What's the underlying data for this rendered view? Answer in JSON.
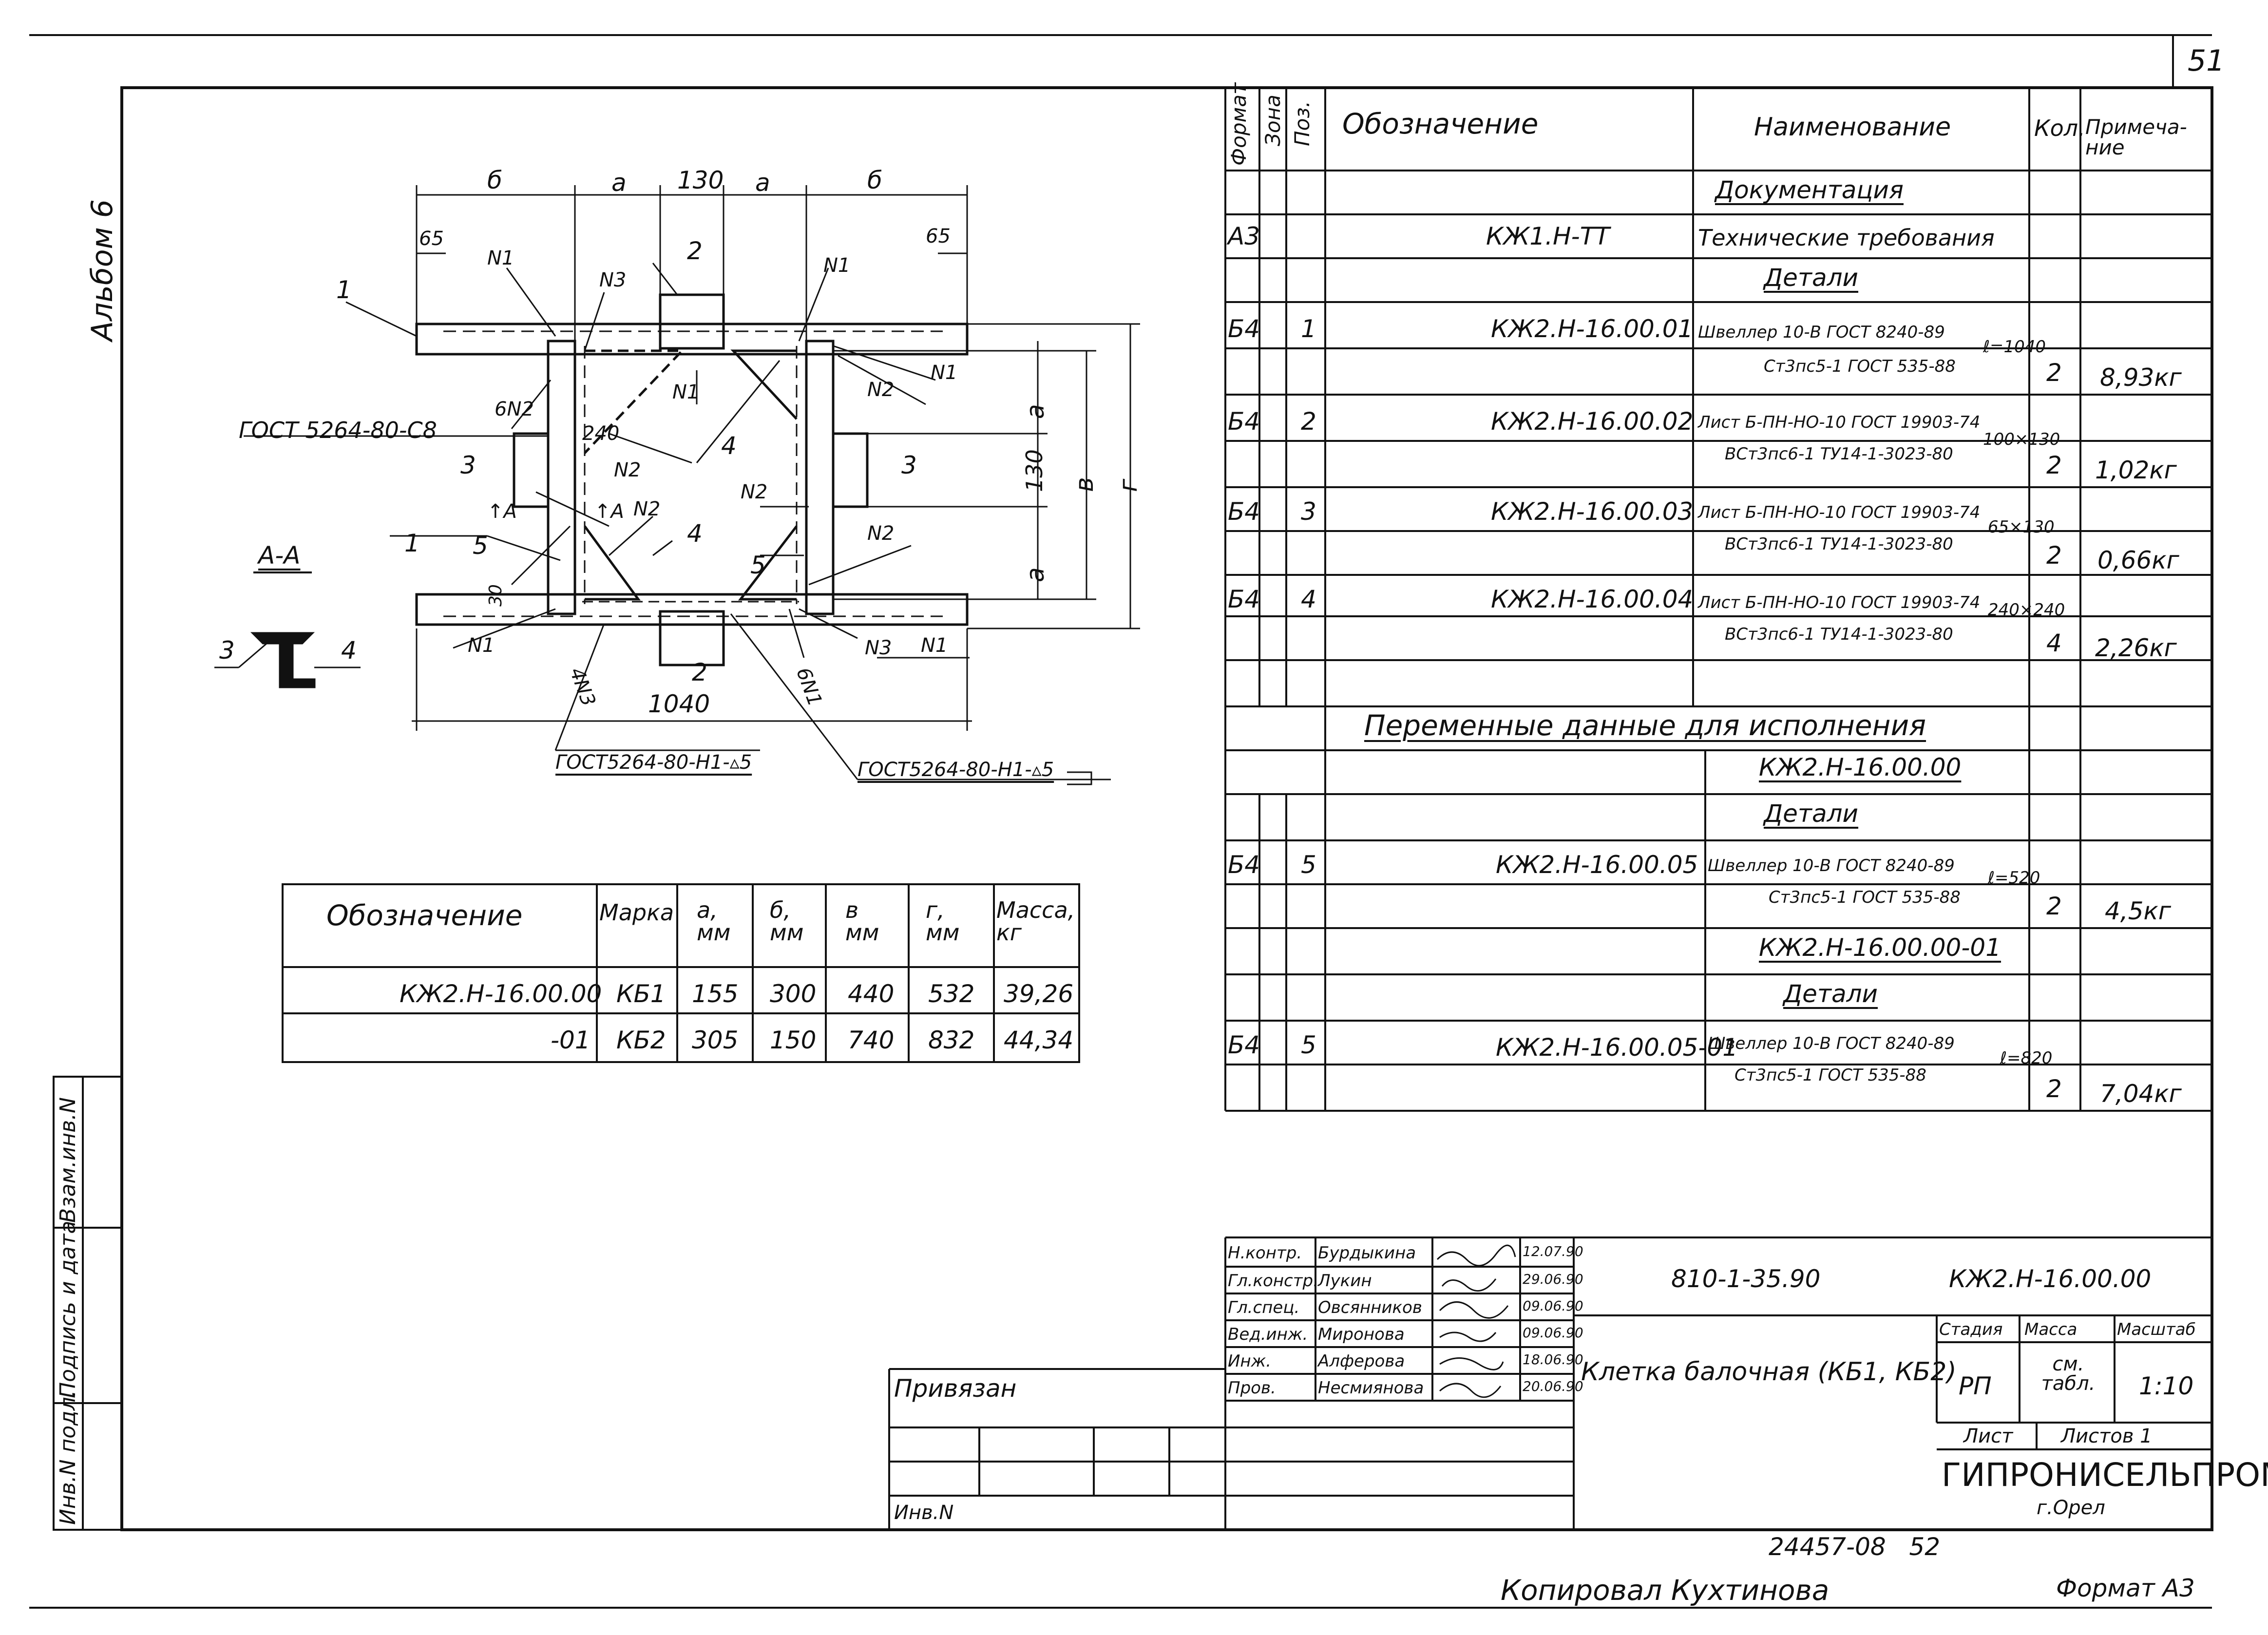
{
  "sheet_number": "51",
  "album_label": "Альбом 6",
  "copied_by": "Копировал Кухтинова",
  "format": "Формат А3",
  "archive_number": "24457-08",
  "archive_page": "52",
  "spec_table": {
    "headers": {
      "format": "Формат",
      "zone": "Зона",
      "pos": "Поз.",
      "designation": "Обозначение",
      "name": "Наименование",
      "qty": "Кол.",
      "note": "Примеча-ние"
    },
    "section_docs": "Документация",
    "doc_row": {
      "format": "А3",
      "designation": "КЖ1.Н-ТТ",
      "name": "Технические требования"
    },
    "section_parts1": "Детали",
    "rows": [
      {
        "format": "Б4",
        "pos": "1",
        "designation": "КЖ2.Н-16.00.01",
        "name_top": "Швеллер 10-В ГОСТ 8240-89",
        "name_bottom": "Ст3пс5-1 ГОСТ 535-88",
        "size": "ℓ=1040",
        "qty": "2",
        "note": "8,93кг"
      },
      {
        "format": "Б4",
        "pos": "2",
        "designation": "КЖ2.Н-16.00.02",
        "name_top": "Лист Б-ПН-НО-10 ГОСТ 19903-74",
        "name_bottom": "ВСт3пс6-1 ТУ14-1-3023-80",
        "size": "100×130",
        "qty": "2",
        "note": "1,02кг"
      },
      {
        "format": "Б4",
        "pos": "3",
        "designation": "КЖ2.Н-16.00.03",
        "name_top": "Лист Б-ПН-НО-10 ГОСТ 19903-74",
        "name_bottom": "ВСт3пс6-1 ТУ14-1-3023-80",
        "size": "65×130",
        "qty": "2",
        "note": "0,66кг"
      },
      {
        "format": "Б4",
        "pos": "4",
        "designation": "КЖ2.Н-16.00.04",
        "name_top": "Лист Б-ПН-НО-10 ГОСТ 19903-74",
        "name_bottom": "ВСт3пс6-1 ТУ14-1-3023-80",
        "size": "240×240",
        "qty": "4",
        "note": "2,26кг"
      }
    ],
    "section_variable": "Переменные данные для исполнения",
    "variant1": "КЖ2.Н-16.00.00",
    "variant1_parts": "Детали",
    "variant1_row": {
      "format": "Б4",
      "pos": "5",
      "designation": "КЖ2.Н-16.00.05",
      "name_top": "Швеллер 10-В ГОСТ 8240-89",
      "name_bottom": "Ст3пс5-1 ГОСТ 535-88",
      "size": "ℓ=520",
      "qty": "2",
      "note": "4,5кг"
    },
    "variant2": "КЖ2.Н-16.00.00-01",
    "variant2_parts": "Детали",
    "variant2_row": {
      "format": "Б4",
      "pos": "5",
      "designation": "КЖ2.Н-16.00.05-01",
      "name_top": "Швеллер 10-В ГОСТ 8240-89",
      "name_bottom": "Ст3пс5-1 ГОСТ 535-88",
      "size": "ℓ=820",
      "qty": "2",
      "note": "7,04кг"
    }
  },
  "mark_table": {
    "headers": [
      "Обозначение",
      "Марка",
      "а, мм",
      "б, мм",
      "в мм",
      "г, мм",
      "Масса, кг"
    ],
    "rows": [
      [
        "КЖ2.Н-16.00.00",
        "КБ1",
        "155",
        "300",
        "440",
        "532",
        "39,26"
      ],
      [
        "-01",
        "КБ2",
        "305",
        "150",
        "740",
        "832",
        "44,34"
      ]
    ]
  },
  "drawing": {
    "dim_b": "б",
    "dim_a": "а",
    "dim_130": "130",
    "dim_65": "65",
    "dim_240": "240",
    "dim_1040": "1040",
    "dim_30": "30",
    "dim_v": "в",
    "dim_g": "г",
    "weld_c8": "ГОСТ 5264-80-С8",
    "weld_h1_1": "ГОСТ5264-80-Н1-▵5",
    "weld_h1_2": "ГОСТ5264-80-Н1-▵5",
    "section_label": "А-А",
    "n1": "N1",
    "n2": "N2",
    "n3": "N3",
    "6n2": "6N2",
    "4n3": "4N3",
    "6n1": "6N1",
    "arrow_a": "А",
    "pos": [
      "1",
      "2",
      "3",
      "4",
      "5"
    ]
  },
  "side_stamp": [
    "Инв.N подл.",
    "Подпись и дата",
    "Взам.инв.N"
  ],
  "title_block": {
    "privyazan": "Привязан",
    "inv_n": "Инв.N",
    "roles": [
      "Н.контр.",
      "Гл.констр.",
      "Гл.спец.",
      "Вед.инж.",
      "Инж.",
      "Пров."
    ],
    "names": [
      "Бурдыкина",
      "Лукин",
      "Овсянников",
      "Миронова",
      "Алферова",
      "Несмиянова"
    ],
    "dates": [
      "12.07.90",
      "29.06.90",
      "09.06.90",
      "09.06.90",
      "18.06.90",
      "20.06.90"
    ],
    "project_code": "810-1-35.90",
    "doc_code": "КЖ2.Н-16.00.00",
    "title": "Клетка балочная (КБ1, КБ2)",
    "stage_h": "Стадия",
    "mass_h": "Масса",
    "scale_h": "Масштаб",
    "stage": "РП",
    "mass": "см. табл.",
    "scale": "1:10",
    "sheet_h": "Лист",
    "sheets_h": "Листов 1",
    "org": "ГИПРОНИСЕЛЬПРОМ",
    "city": "г.Орел"
  }
}
